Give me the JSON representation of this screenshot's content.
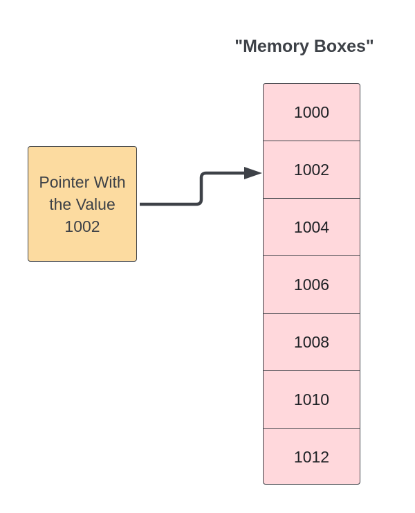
{
  "title": "\"Memory Boxes\"",
  "pointer": {
    "label": "Pointer With\nthe Value\n1002",
    "fill": "#fcdba0"
  },
  "memory": {
    "fill": "#ffd8dc",
    "cells": [
      "1000",
      "1002",
      "1004",
      "1006",
      "1008",
      "1010",
      "1012"
    ]
  },
  "connector": {
    "from": "pointer",
    "to": "1002",
    "color": "#3d4147"
  }
}
